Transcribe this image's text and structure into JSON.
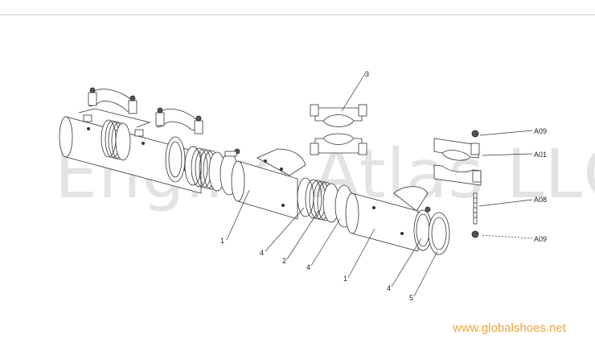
{
  "watermark": "Engine Atlas LLC",
  "site_url": "www.globalshoes.net",
  "callouts": {
    "c1a": "1",
    "c1b": "1",
    "c2": "2",
    "c3": "3",
    "c4a": "4",
    "c4b": "4",
    "c4c": "4",
    "c5": "5",
    "a09_top": "A09",
    "a01": "A01",
    "a08": "A08",
    "a09_bottom": "A09"
  },
  "colors": {
    "watermark": "#e3e3e3",
    "site_url": "#f2a33a",
    "line": "#333333"
  }
}
